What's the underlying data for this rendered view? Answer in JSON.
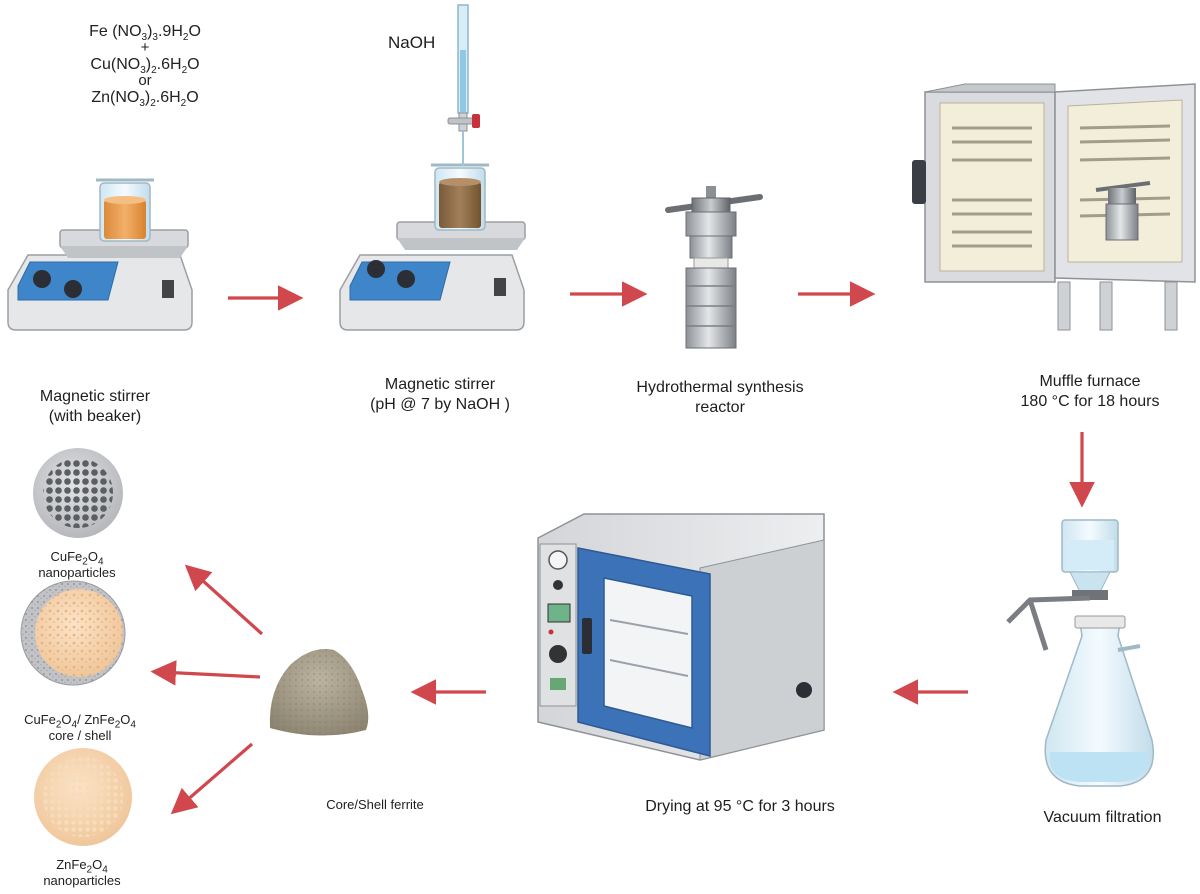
{
  "reagents": {
    "fe": "Fe (NO3)3.9H2O",
    "plus": "+",
    "cu": "Cu(NO3)2.6H2O",
    "or": "or",
    "zn": "Zn(NO3)2.6H2O"
  },
  "naoh_label": "NaOH",
  "steps": {
    "stirrer1": {
      "line1": "Magnetic stirrer",
      "line2": "(with beaker)"
    },
    "stirrer2": {
      "line1": "Magnetic stirrer",
      "line2": "(pH @ 7 by NaOH )"
    },
    "reactor": {
      "line1": "Hydrothermal synthesis",
      "line2": "reactor"
    },
    "furnace": {
      "line1": "Muffle furnace",
      "line2": "180 °C for 18 hours"
    },
    "filtration": {
      "line1": "Vacuum filtration"
    },
    "drying": {
      "line1": "Drying at 95 °C for 3 hours"
    },
    "ferrite": {
      "line1": "Core/Shell ferrite"
    }
  },
  "products": {
    "cu": {
      "line1": "CuFe2O4",
      "line2": "nanoparticles"
    },
    "core_shell": {
      "line1": "CuFe2O4/ ZnFe2O4",
      "line2": "core / shell"
    },
    "zn": {
      "line1": "ZnFe2O4",
      "line2": "nanoparticles"
    }
  },
  "colors": {
    "arrow": "#d0484e",
    "stirrer_blue": "#3e86c9",
    "oven_blue": "#3c73b8",
    "orange_solution": "#e69a4a",
    "brown_solution": "#8c6a48",
    "furnace_inner": "#f3eeda"
  },
  "icons": [
    "hot-plate-stirrer-icon",
    "burette-icon",
    "autoclave-reactor-icon",
    "muffle-furnace-icon",
    "vacuum-filtration-flask-icon",
    "drying-oven-icon",
    "powder-pile-icon",
    "nanoparticle-sphere-icon"
  ]
}
